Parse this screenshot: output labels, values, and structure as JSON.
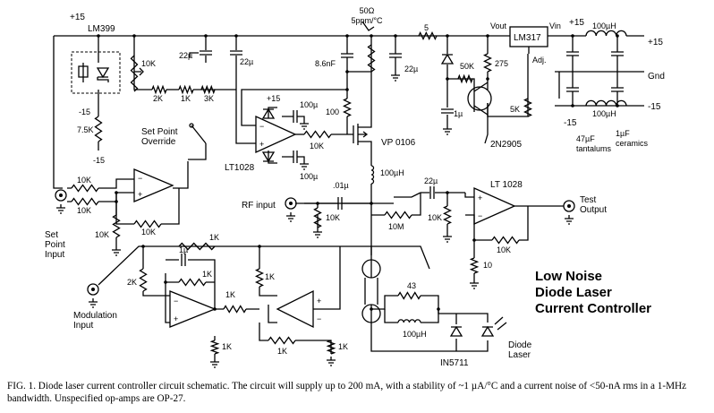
{
  "labels": {
    "v15_left": "+15",
    "lm399": "LM399",
    "vm15_ref": "-15",
    "r_7k5": "7.5K",
    "vm15_7k5": "-15",
    "r_10k_pot": "10K",
    "r_2k": "2K",
    "r_1k_div": "1K",
    "r_3k": "3K",
    "c_22u_a": "22µ",
    "c_22u_b": "22µ",
    "set_point_override": "Set Point\nOverride",
    "r_10k_in1": "10K",
    "r_10k_in2": "10K",
    "r_10k_gnd": "10K",
    "r_10k_fb": "10K",
    "set_point_input": "Set\nPoint\nInput",
    "r_50ohm": "50Ω\n5ppm/°C",
    "c_8n6": "8.6nF",
    "r_100": "100",
    "v15_op": "+15",
    "c_100u_top": "100µ",
    "c_100u_bot": "100µ",
    "lt1028_a": "LT1028",
    "r_10k_gate": "10K",
    "vp0106": "VP 0106",
    "l_100uh": "100µH",
    "r_5": "5",
    "c_22u_c": "22µ",
    "vout": "Vout",
    "lm317": "LM317",
    "vin": "Vin",
    "adj": "Adj.",
    "r_50k": "50K",
    "r_275": "275",
    "c_1u": "1µ",
    "r_5k": "5K",
    "q_2n2905": "2N2905",
    "v15_right": "+15",
    "l_100uh_top": "100µH",
    "out_p15": "+15",
    "gnd": "Gnd",
    "out_m15": "-15",
    "l_100uh_bot": "100µH",
    "vm15_cap": "-15",
    "tantalums": "47µF\ntantalums",
    "ceramics": "1µF\nceramics",
    "rf_input": "RF input",
    "c_01u": ".01µ",
    "r_10k_rf": "10K",
    "r_10m": "10M",
    "c_22u_d": "22µ",
    "r_10k_lt": "10K",
    "lt1028_b": "LT 1028",
    "test_output": "Test\nOutput",
    "r_10k_fb2": "10K",
    "r_10": "10",
    "r_1k_mod": "1K",
    "r_2k_mod": "2K",
    "c_1u_mod": "1µ",
    "r_1k_fb": "1K",
    "r_1k_a": "1K",
    "r_1k_b": "1K",
    "r_1k_c": "1K",
    "r_1k_d": "1K",
    "r_1k_e": "1K",
    "modulation_input": "Modulation\nInput",
    "r_43": "43",
    "l_100uh_laser": "100µH",
    "in5711": "IN5711",
    "diode_laser": "Diode\nLaser",
    "title": "Low Noise\nDiode Laser\nCurrent Controller"
  },
  "caption": "FIG. 1. Diode laser current controller circuit schematic. The circuit will supply up to 200 mA, with a stability of ~1 µA/°C and a current noise of <50-nA rms in a 1-MHz bandwidth. Unspecified op-amps are OP-27."
}
